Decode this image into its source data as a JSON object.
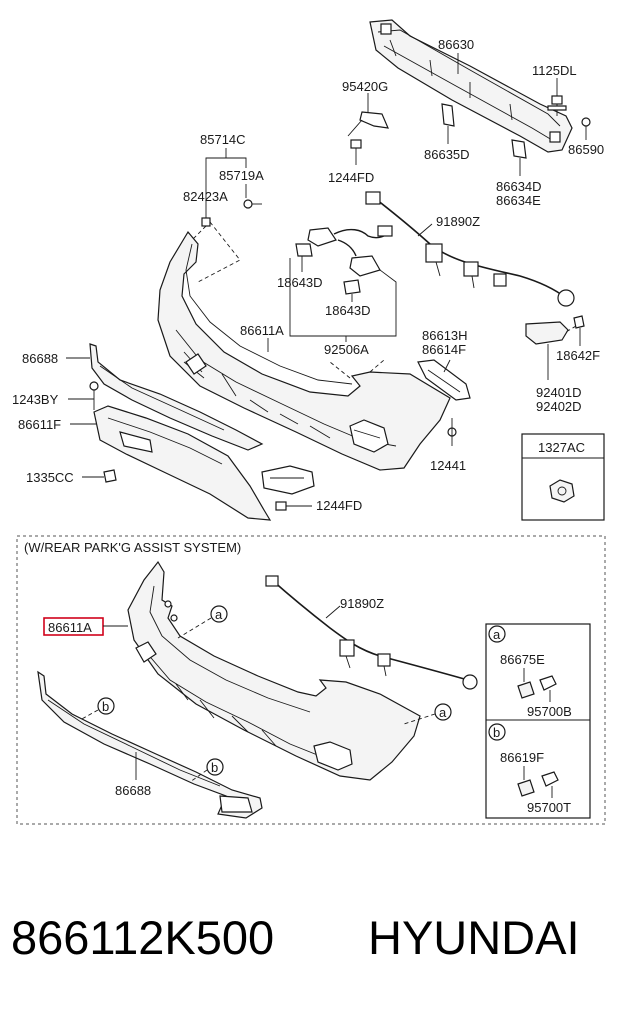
{
  "header_section": {
    "title": "(W/REAR PARK'G ASSIST SYSTEM)"
  },
  "labels": {
    "p86630": "86630",
    "p1125DL": "1125DL",
    "p95420G": "95420G",
    "p86590": "86590",
    "p86635D": "86635D",
    "p1244FD_top": "1244FD",
    "p86634D": "86634D",
    "p86634E": "86634E",
    "p85714C": "85714C",
    "p85719A": "85719A",
    "p82423A": "82423A",
    "p91890Z_top": "91890Z",
    "p18643D_a": "18643D",
    "p18643D_b": "18643D",
    "p86611A_top": "86611A",
    "p92506A": "92506A",
    "p86613H": "86613H",
    "p86614F": "86614F",
    "p18642F": "18642F",
    "p86688_top": "86688",
    "p1243BY": "1243BY",
    "p92401D": "92401D",
    "p92402D": "92402D",
    "p86611F": "86611F",
    "p12441": "12441",
    "p1327AC": "1327AC",
    "p1335CC": "1335CC",
    "p1244FD_bot": "1244FD",
    "p86611A_bot": "86611A",
    "p91890Z_bot": "91890Z",
    "p86688_bot": "86688",
    "p86675E": "86675E",
    "p95700B": "95700B",
    "p86619F": "86619F",
    "p95700T": "95700T",
    "ref_a": "a",
    "ref_b": "b"
  },
  "highlight_color": "#d0021b",
  "footer": {
    "part_number": "866112K500",
    "brand": "HYUNDAI"
  }
}
